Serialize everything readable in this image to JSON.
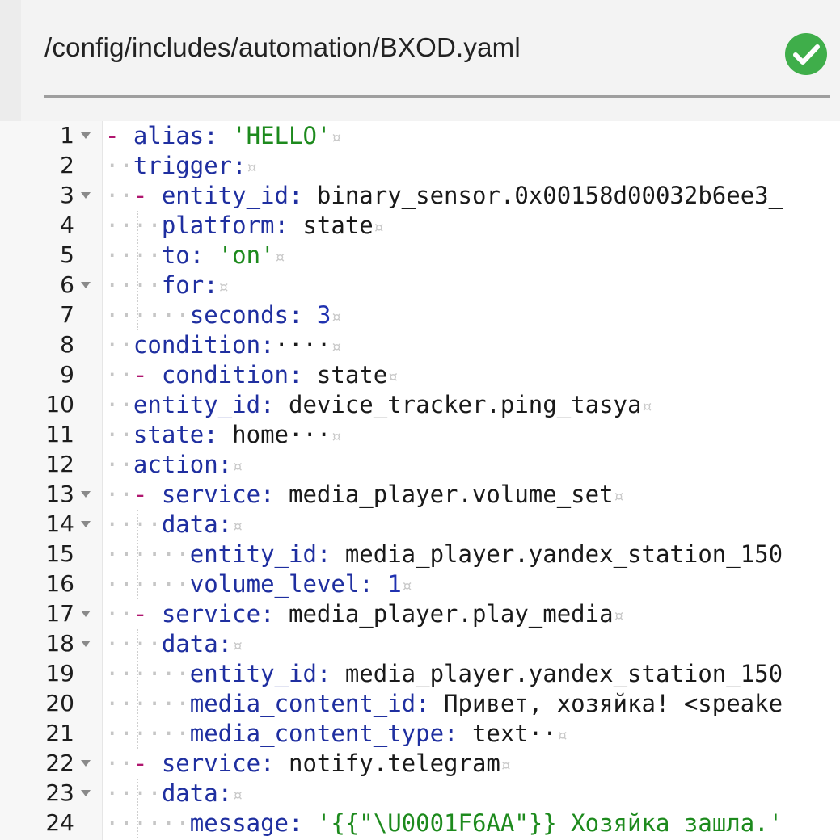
{
  "header": {
    "file_path": "/config/includes/automation/BXOD.yaml",
    "valid_icon": "check-circle-icon",
    "valid_color": "#3fae4a"
  },
  "editor": {
    "lines": [
      {
        "n": "1",
        "fold": true,
        "ind": "",
        "dash": "- ",
        "key": "alias:",
        "kind": "str",
        "val": " 'HELLO'",
        "eol": "¤"
      },
      {
        "n": "2",
        "fold": false,
        "ind": "··",
        "dash": "",
        "key": "trigger:",
        "kind": "val",
        "val": "",
        "eol": "¤"
      },
      {
        "n": "3",
        "fold": true,
        "ind": "··",
        "dash": "- ",
        "key": "entity_id:",
        "kind": "val",
        "val": " binary_sensor.0x00158d00032b6ee3_",
        "eol": ""
      },
      {
        "n": "4",
        "fold": false,
        "ind": "····",
        "dash": "",
        "key": "platform:",
        "kind": "val",
        "val": " state",
        "eol": "¤"
      },
      {
        "n": "5",
        "fold": false,
        "ind": "····",
        "dash": "",
        "key": "to:",
        "kind": "str",
        "val": " 'on'",
        "eol": "¤"
      },
      {
        "n": "6",
        "fold": true,
        "ind": "····",
        "dash": "",
        "key": "for:",
        "kind": "val",
        "val": "",
        "eol": "¤"
      },
      {
        "n": "7",
        "fold": false,
        "ind": "······",
        "dash": "",
        "key": "seconds:",
        "kind": "num",
        "val": " 3",
        "eol": "¤"
      },
      {
        "n": "8",
        "fold": false,
        "ind": "··",
        "dash": "",
        "key": "condition:",
        "kind": "val",
        "val": "····",
        "eol": "¤"
      },
      {
        "n": "9",
        "fold": false,
        "ind": "··",
        "dash": "- ",
        "key": "condition:",
        "kind": "val",
        "val": " state",
        "eol": "¤"
      },
      {
        "n": "10",
        "fold": false,
        "ind": "··",
        "dash": "",
        "key": "entity_id:",
        "kind": "val",
        "val": " device_tracker.ping_tasya",
        "eol": "¤"
      },
      {
        "n": "11",
        "fold": false,
        "ind": "··",
        "dash": "",
        "key": "state:",
        "kind": "val",
        "val": " home···",
        "eol": "¤"
      },
      {
        "n": "12",
        "fold": false,
        "ind": "··",
        "dash": "",
        "key": "action:",
        "kind": "val",
        "val": "",
        "eol": "¤"
      },
      {
        "n": "13",
        "fold": true,
        "ind": "··",
        "dash": "- ",
        "key": "service:",
        "kind": "val",
        "val": " media_player.volume_set",
        "eol": "¤"
      },
      {
        "n": "14",
        "fold": true,
        "ind": "····",
        "dash": "",
        "key": "data:",
        "kind": "val",
        "val": "",
        "eol": "¤"
      },
      {
        "n": "15",
        "fold": false,
        "ind": "······",
        "dash": "",
        "key": "entity_id:",
        "kind": "val",
        "val": " media_player.yandex_station_150",
        "eol": ""
      },
      {
        "n": "16",
        "fold": false,
        "ind": "······",
        "dash": "",
        "key": "volume_level:",
        "kind": "num",
        "val": " 1",
        "eol": "¤"
      },
      {
        "n": "17",
        "fold": true,
        "ind": "··",
        "dash": "- ",
        "key": "service:",
        "kind": "val",
        "val": " media_player.play_media",
        "eol": "¤"
      },
      {
        "n": "18",
        "fold": true,
        "ind": "····",
        "dash": "",
        "key": "data:",
        "kind": "val",
        "val": "",
        "eol": "¤"
      },
      {
        "n": "19",
        "fold": false,
        "ind": "······",
        "dash": "",
        "key": "entity_id:",
        "kind": "val",
        "val": " media_player.yandex_station_150",
        "eol": ""
      },
      {
        "n": "20",
        "fold": false,
        "ind": "······",
        "dash": "",
        "key": "media_content_id:",
        "kind": "val",
        "val": " Привет, хозяйка! <speake",
        "eol": ""
      },
      {
        "n": "21",
        "fold": false,
        "ind": "······",
        "dash": "",
        "key": "media_content_type:",
        "kind": "val",
        "val": " text··",
        "eol": "¤"
      },
      {
        "n": "22",
        "fold": true,
        "ind": "··",
        "dash": "- ",
        "key": "service:",
        "kind": "val",
        "val": " notify.telegram",
        "eol": "¤"
      },
      {
        "n": "23",
        "fold": true,
        "ind": "····",
        "dash": "",
        "key": "data:",
        "kind": "val",
        "val": "",
        "eol": "¤"
      },
      {
        "n": "24",
        "fold": false,
        "ind": "······",
        "dash": "",
        "key": "message:",
        "kind": "str",
        "val": " '{{\"\\U0001F6AA\"}} Хозяйка зашла.'",
        "eol": ""
      }
    ]
  }
}
